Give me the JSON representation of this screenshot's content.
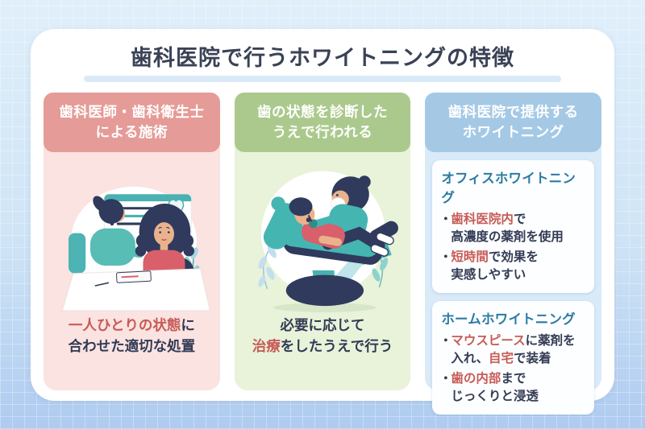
{
  "meta": {
    "bullet_char": "・"
  },
  "page": {
    "title": "歯科医院で行うホワイトニングの特徴"
  },
  "colors": {
    "accent_red": "#c75b57",
    "navy_text": "#323b54",
    "pink_header": "#e59b97",
    "pink_body": "#fae3e1",
    "green_header": "#abc98d",
    "green_body": "#e8f3da",
    "blue_header": "#a5c9e5",
    "blue_body": "#d9eaf8",
    "card_title_teal": "#2c7aa3"
  },
  "columns": {
    "left": {
      "header": "歯科医師・歯科衛生士\nによる施術",
      "illustration": "counseling-scene",
      "caption": {
        "line1_highlight": "一人ひとりの状態",
        "line1_rest": "に",
        "line2": "合わせた適切な処置"
      }
    },
    "middle": {
      "header": "歯の状態を診断した\nうえで行われる",
      "illustration": "dental-chair-scene",
      "caption": {
        "line1": "必要に応じて",
        "line2_highlight": "治療",
        "line2_rest": "をしたうえで行う"
      }
    },
    "right": {
      "header": "歯科医院で提供する\nホワイトニング",
      "cards": [
        {
          "title": "オフィスホワイトニング",
          "bullets": [
            {
              "hl": "歯科医院内",
              "rest": "で\n高濃度の薬剤を使用"
            },
            {
              "hl": "短時間",
              "rest": "で効果を\n実感しやすい"
            }
          ]
        },
        {
          "title": "ホームホワイトニング",
          "bullets": [
            {
              "hl": "マウスピース",
              "mid": "に薬剤を\n入れ、",
              "hl2": "自宅",
              "rest": "で装着"
            },
            {
              "hl": "歯の内部",
              "rest": "まで\nじっくりと浸透"
            }
          ]
        }
      ]
    }
  }
}
